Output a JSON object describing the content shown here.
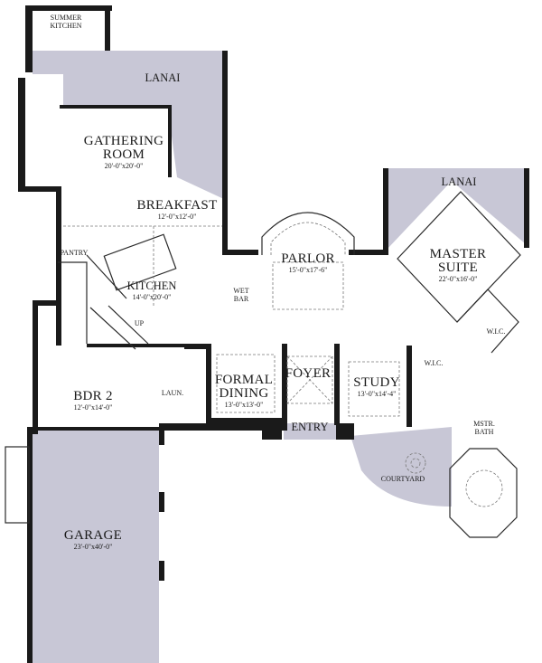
{
  "plan": {
    "fill_color": "#c8c7d6",
    "wall_color": "#1a1a1a",
    "rooms": [
      {
        "id": "summer-kitchen",
        "lines": [
          "SUMMER",
          "KITCHEN"
        ],
        "dim": ""
      },
      {
        "id": "lanai-west",
        "lines": [
          "LANAI"
        ],
        "dim": ""
      },
      {
        "id": "gathering-room",
        "lines": [
          "GATHERING",
          "ROOM"
        ],
        "dim": "20'-0\"x20'-0\""
      },
      {
        "id": "breakfast",
        "lines": [
          "BREAKFAST"
        ],
        "dim": "12'-0\"x12'-0\""
      },
      {
        "id": "pantry",
        "lines": [
          "PANTRY"
        ],
        "dim": ""
      },
      {
        "id": "kitchen",
        "lines": [
          "KITCHEN"
        ],
        "dim": "14'-0\"x20'-0\""
      },
      {
        "id": "wet-bar",
        "lines": [
          "WET",
          "BAR"
        ],
        "dim": ""
      },
      {
        "id": "parlor",
        "lines": [
          "PARLOR"
        ],
        "dim": "15'-0\"x17'-6\""
      },
      {
        "id": "lanai-east",
        "lines": [
          "LANAI"
        ],
        "dim": ""
      },
      {
        "id": "master-suite",
        "lines": [
          "MASTER",
          "SUITE"
        ],
        "dim": "22'-0\"x16'-0\""
      },
      {
        "id": "wic-1",
        "lines": [
          "W.I.C."
        ],
        "dim": ""
      },
      {
        "id": "wic-2",
        "lines": [
          "W.I.C."
        ],
        "dim": ""
      },
      {
        "id": "up",
        "lines": [
          "UP"
        ],
        "dim": ""
      },
      {
        "id": "bdr-2",
        "lines": [
          "BDR 2"
        ],
        "dim": "12'-0\"x14'-0\""
      },
      {
        "id": "laundry",
        "lines": [
          "LAUN."
        ],
        "dim": ""
      },
      {
        "id": "formal-dining",
        "lines": [
          "FORMAL",
          "DINING"
        ],
        "dim": "13'-0\"x13'-0\""
      },
      {
        "id": "foyer",
        "lines": [
          "FOYER"
        ],
        "dim": ""
      },
      {
        "id": "study",
        "lines": [
          "STUDY"
        ],
        "dim": "13'-0\"x14'-4\""
      },
      {
        "id": "entry",
        "lines": [
          "ENTRY"
        ],
        "dim": ""
      },
      {
        "id": "master-bath",
        "lines": [
          "MSTR.",
          "BATH"
        ],
        "dim": ""
      },
      {
        "id": "courtyard",
        "lines": [
          "COURTYARD"
        ],
        "dim": ""
      },
      {
        "id": "garage",
        "lines": [
          "GARAGE"
        ],
        "dim": "23'-0\"x40'-0\""
      }
    ]
  }
}
